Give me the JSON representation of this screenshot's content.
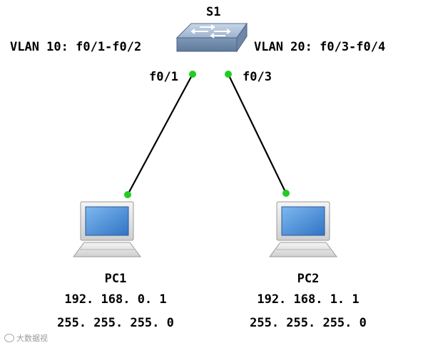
{
  "switch": {
    "name": "S1",
    "vlan_left": "VLAN 10: f0/1-f0/2",
    "vlan_right": "VLAN 20: f0/3-f0/4",
    "port_left": "f0/1",
    "port_right": "f0/3"
  },
  "hosts": [
    {
      "name": "PC1",
      "ip": "192. 168. 0. 1",
      "mask": "255. 255. 255. 0"
    },
    {
      "name": "PC2",
      "ip": "192. 168. 1. 1",
      "mask": "255. 255. 255. 0"
    }
  ],
  "watermark": {
    "text": "大数据视"
  },
  "colors": {
    "link": "#000000",
    "port_up": "#22cc22",
    "switch_body": "#8aa4c2",
    "screen": "#4a8fd6"
  },
  "icons": {
    "switch": "switch-icon",
    "pc": "desktop-pc-icon"
  }
}
